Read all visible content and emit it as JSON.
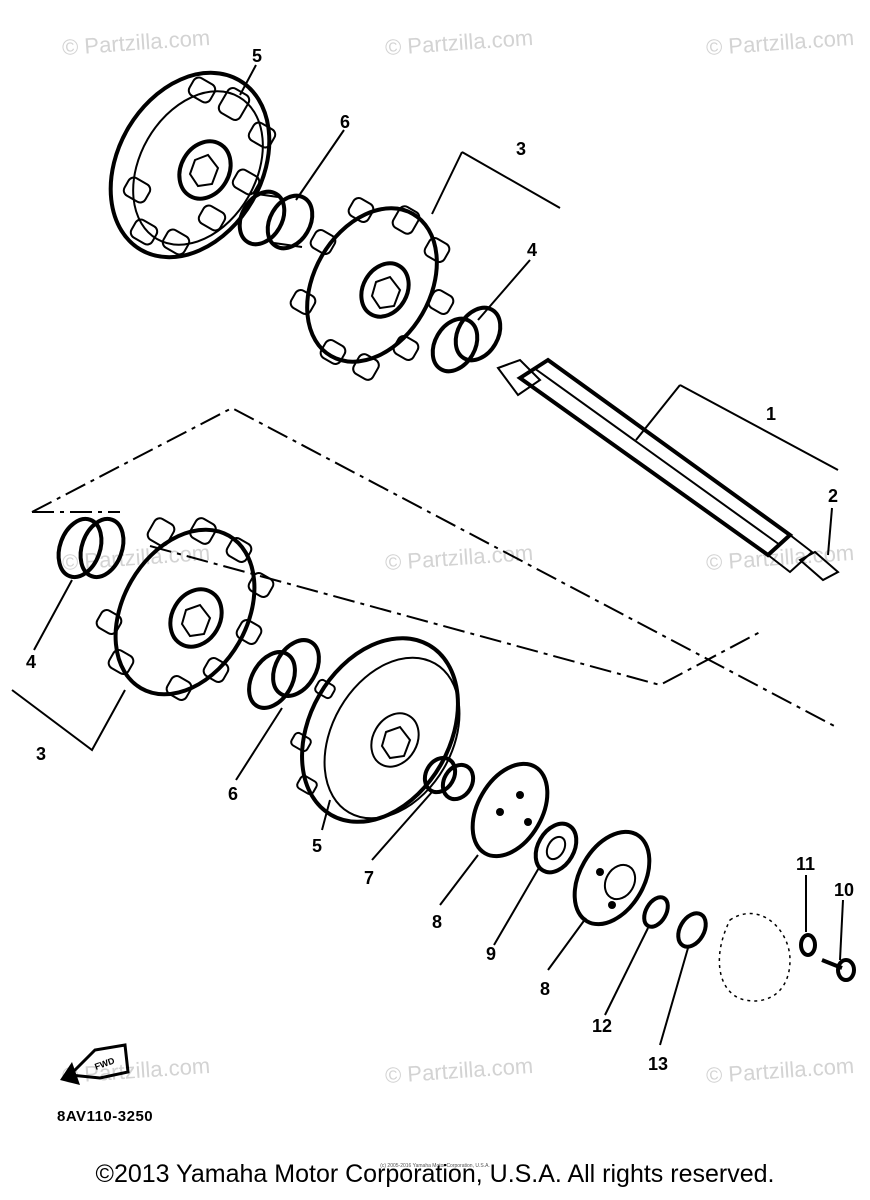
{
  "diagram": {
    "code": "8AV110-3250",
    "watermark": "© Partzilla.com",
    "fineprint": "(c) 2005-2016 Yamaha Motor Corporation, U.S.A.",
    "copyright": "©2013 Yamaha Motor Corporation, U.S.A. All rights reserved.",
    "front_label": "FWD",
    "callouts": [
      {
        "id": "c1",
        "text": "1"
      },
      {
        "id": "c2",
        "text": "2"
      },
      {
        "id": "c3a",
        "text": "3"
      },
      {
        "id": "c3b",
        "text": "3"
      },
      {
        "id": "c4a",
        "text": "4"
      },
      {
        "id": "c4b",
        "text": "4"
      },
      {
        "id": "c5a",
        "text": "5"
      },
      {
        "id": "c5b",
        "text": "5"
      },
      {
        "id": "c6a",
        "text": "6"
      },
      {
        "id": "c6b",
        "text": "6"
      },
      {
        "id": "c7",
        "text": "7"
      },
      {
        "id": "c8a",
        "text": "8"
      },
      {
        "id": "c8b",
        "text": "8"
      },
      {
        "id": "c9",
        "text": "9"
      },
      {
        "id": "c10",
        "text": "10"
      },
      {
        "id": "c11",
        "text": "11"
      },
      {
        "id": "c12",
        "text": "12"
      },
      {
        "id": "c13",
        "text": "13"
      }
    ]
  }
}
